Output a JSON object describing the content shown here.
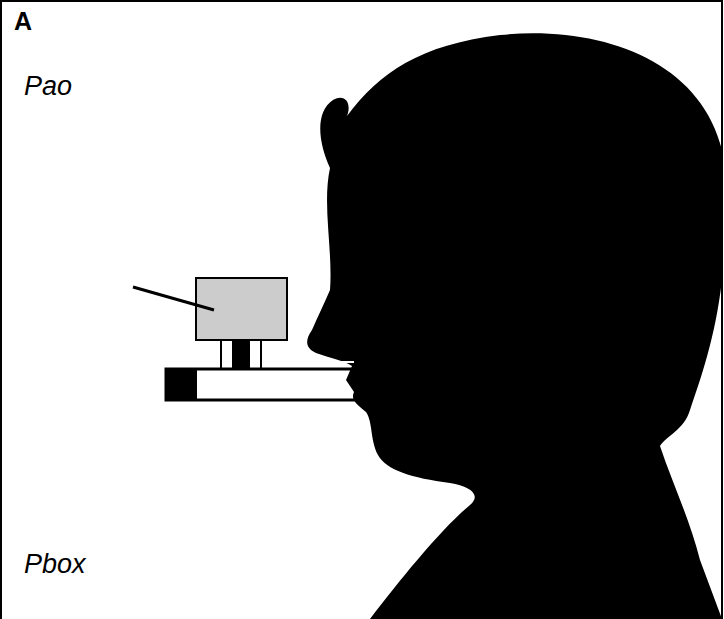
{
  "diagram": {
    "labels": [
      "A",
      "Pao",
      "Pbox"
    ]
  }
}
